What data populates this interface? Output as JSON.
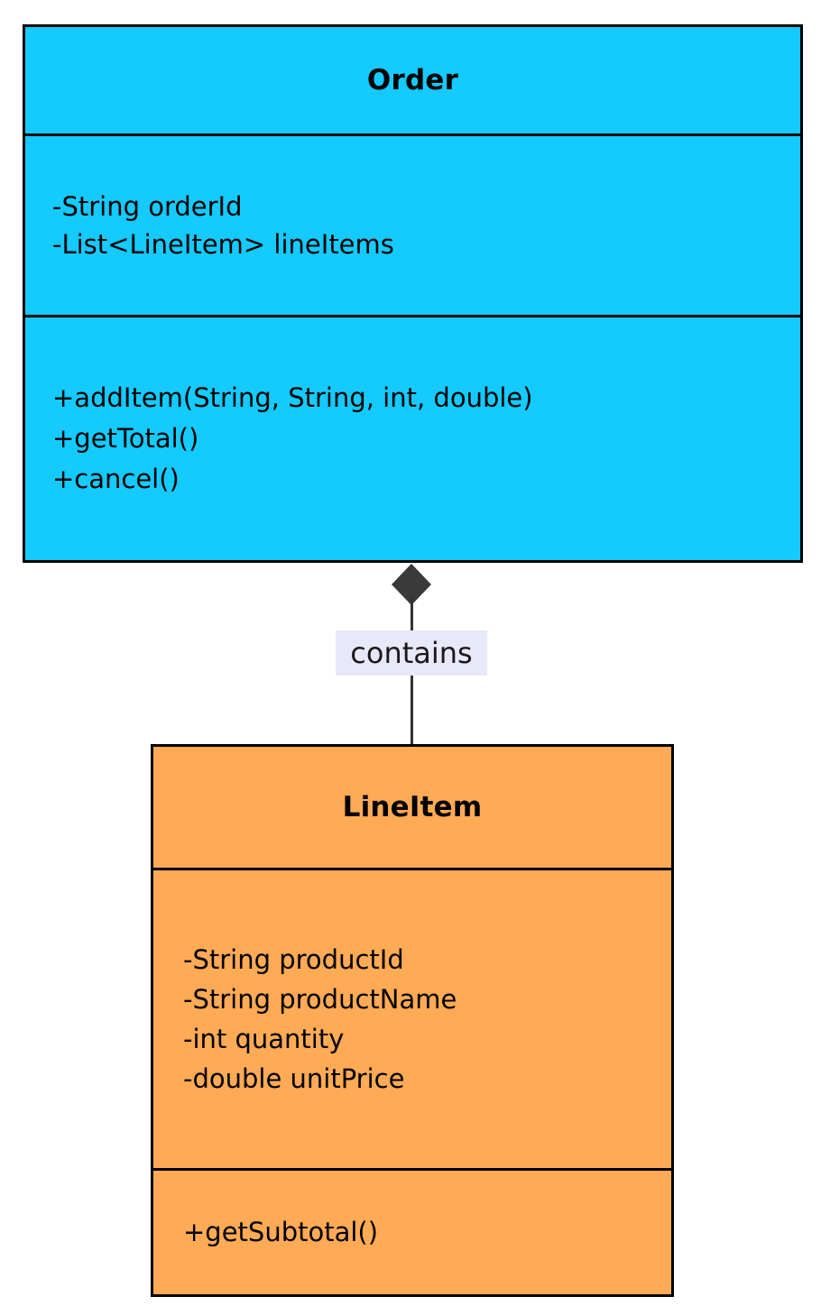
{
  "diagram": {
    "type": "uml-class-diagram",
    "classes": [
      {
        "id": "order",
        "name": "Order",
        "fill_color": "#14caff",
        "attributes": [
          "-String orderId",
          "-List<LineItem> lineItems"
        ],
        "methods": [
          "+addItem(String, String, int, double)",
          "+getTotal()",
          "+cancel()"
        ]
      },
      {
        "id": "lineitem",
        "name": "LineItem",
        "fill_color": "#ffaa55",
        "attributes": [
          "-String productId",
          "-String productName",
          "-int quantity",
          "-double unitPrice"
        ],
        "methods": [
          "+getSubtotal()"
        ]
      }
    ],
    "relationships": [
      {
        "id": "order-contains-lineitem",
        "label": "contains",
        "kind": "composition",
        "source": "Order",
        "target": "LineItem",
        "marker": "filled-diamond",
        "marker_color": "#3a3a3a",
        "label_background": "#e8e8fa"
      }
    ]
  }
}
